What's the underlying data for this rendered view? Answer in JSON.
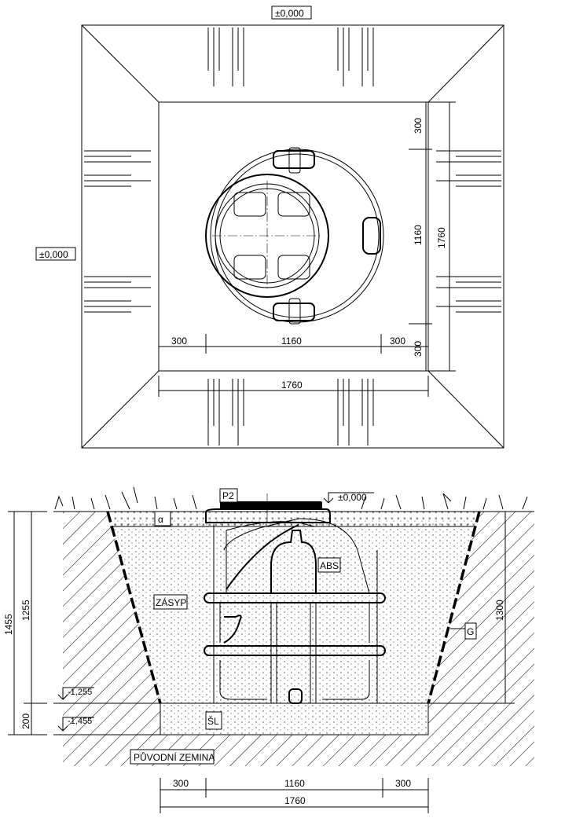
{
  "plan_view": {
    "level_top": "±0,000",
    "level_left": "±0,000",
    "dim_h": [
      "300",
      "1160",
      "300"
    ],
    "dim_h_total": "1760",
    "dim_v": [
      "300",
      "1160",
      "300"
    ],
    "dim_v_total": "1760"
  },
  "section_view": {
    "label_cover": "P2",
    "label_level": "±0,000",
    "label_topsoil": "α",
    "label_tank": "ABS",
    "label_backfill": "ZÁSYP",
    "label_geotextile": "G",
    "label_base": "ŠL",
    "label_soil": "PŮVODNÍ ZEMINA",
    "level_bottom_tank": "-1,255",
    "level_bottom_base": "-1,455",
    "dim_left_total": "1455",
    "dim_left_depth": "1255",
    "dim_left_base": "200",
    "dim_right": "1300",
    "dim_h": [
      "300",
      "1160",
      "300"
    ],
    "dim_h_total": "1760"
  }
}
